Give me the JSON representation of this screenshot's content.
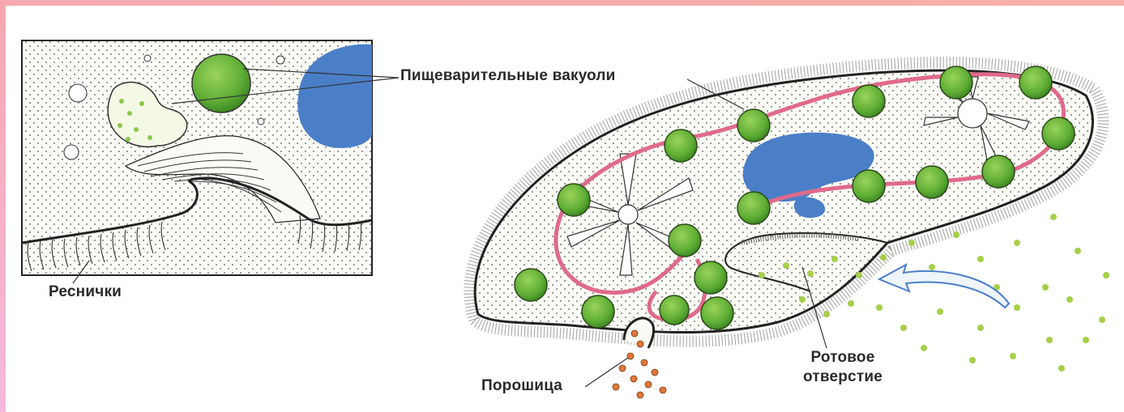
{
  "labels": {
    "food_vacuoles": "Пищеварительные вакуоли",
    "cilia": "Реснички",
    "mouth_line1": "Ротовое",
    "mouth_line2": "отверстие",
    "pore": "Порошица"
  },
  "colors": {
    "frame": "#f7a8b0",
    "vacuole_green": "#6fb83f",
    "nucleus_blue": "#4a7fc8",
    "flow_arrow": "#e06a8a",
    "particles": "#a6cf4a",
    "waste": "#e0783a",
    "outline": "#222222"
  }
}
